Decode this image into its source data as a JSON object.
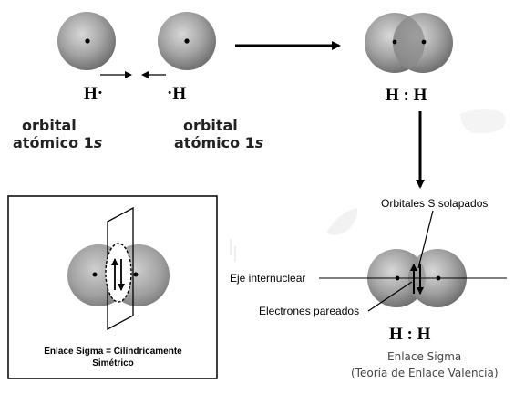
{
  "atom_left": {
    "symbol": "H·",
    "caption_line1": "orbital",
    "caption_line2": "atómico 1",
    "caption_italic": "s"
  },
  "atom_right": {
    "symbol": "·H",
    "caption_line1": "orbital",
    "caption_line2": "atómico 1",
    "caption_italic": "s"
  },
  "molecule_top": {
    "formula": "H : H"
  },
  "molecule_bottom": {
    "formula": "H : H",
    "label_overlap": "Orbitales S solapados",
    "label_axis": "Eje internuclear",
    "label_electrons": "Electrones pareados",
    "caption_line1": "Enlace Sigma",
    "caption_line2": "(Teoría de Enlace Valencia)"
  },
  "inset": {
    "caption_line1": "Enlace Sigma = Cilíndricamente",
    "caption_line2": "Simétrico"
  },
  "colors": {
    "sphere_light": "#d4d4d4",
    "sphere_mid": "#9a9a9a",
    "sphere_dark": "#6e6e6e",
    "overlap": "#8a8a8a",
    "ink": "#000000"
  }
}
